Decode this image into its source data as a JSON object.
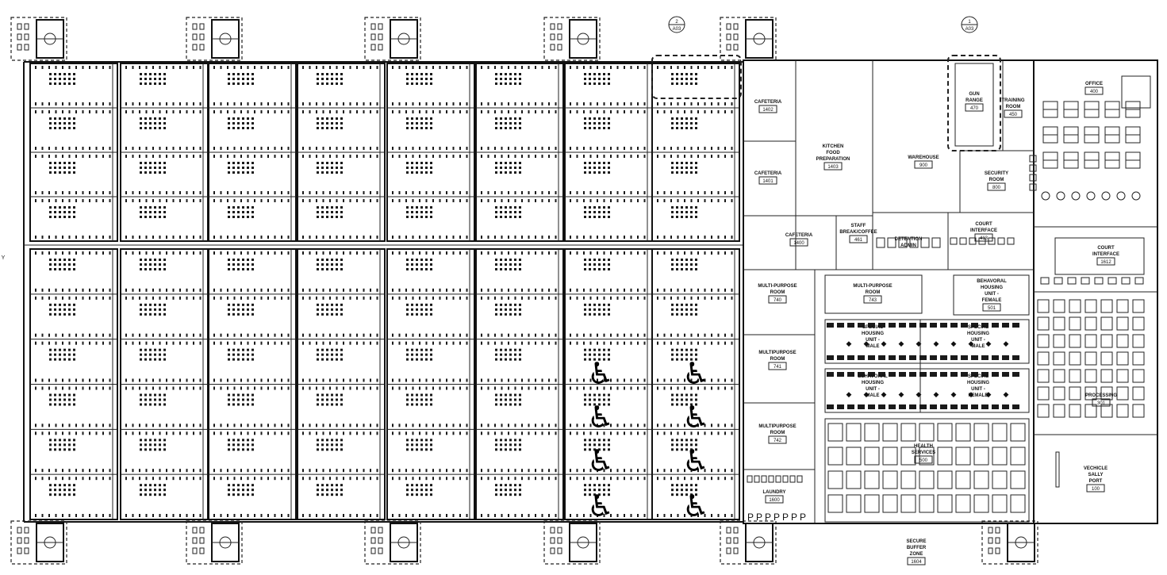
{
  "rooms": [
    {
      "id": "cafeteria-1402",
      "lines": [
        "CAFETERIA"
      ],
      "num": "1402"
    },
    {
      "id": "cafeteria-1401",
      "lines": [
        "CAFETERIA"
      ],
      "num": "1401"
    },
    {
      "id": "cafeteria-1400",
      "lines": [
        "CAFETERIA"
      ],
      "num": "1400"
    },
    {
      "id": "kitchen",
      "lines": [
        "KITCHEN",
        "FOOD",
        "PREPARATION"
      ],
      "num": "1403"
    },
    {
      "id": "warehouse",
      "lines": [
        "WAREHOUSE"
      ],
      "num": "900"
    },
    {
      "id": "gun-range",
      "lines": [
        "GUN",
        "RANGE"
      ],
      "num": "470"
    },
    {
      "id": "training-room",
      "lines": [
        "TRAINING",
        "ROOM"
      ],
      "num": "450"
    },
    {
      "id": "security-room",
      "lines": [
        "SECURITY",
        "ROOM"
      ],
      "num": "800"
    },
    {
      "id": "office",
      "lines": [
        "OFFICE"
      ],
      "num": "400"
    },
    {
      "id": "staff-break",
      "lines": [
        "STAFF",
        "BREAK/COFFEE"
      ],
      "num": "461"
    },
    {
      "id": "detention-admin",
      "lines": [
        "DETENTION",
        "ADMIN"
      ],
      "num": ""
    },
    {
      "id": "court-interface-413",
      "lines": [
        "COURT",
        "INTERFACE"
      ],
      "num": "413"
    },
    {
      "id": "court-interface-1612",
      "lines": [
        "COURT",
        "INTERFACE"
      ],
      "num": "1612"
    },
    {
      "id": "mp-740",
      "lines": [
        "MULTI-PURPOSE",
        "ROOM"
      ],
      "num": "740"
    },
    {
      "id": "mp-743",
      "lines": [
        "MULTI-PURPOSE",
        "ROOM"
      ],
      "num": "743"
    },
    {
      "id": "mp-741",
      "lines": [
        "MULTIPURPOSE",
        "ROOM"
      ],
      "num": "741"
    },
    {
      "id": "mp-742",
      "lines": [
        "MULTIPURPOSE",
        "ROOM"
      ],
      "num": "742"
    },
    {
      "id": "bhu-female-1",
      "lines": [
        "BEHAVORAL",
        "HOUSING",
        "UNIT -",
        "FEMALE"
      ],
      "num": "501"
    },
    {
      "id": "shu-male",
      "lines": [
        "SPECIAL",
        "HOUSING",
        "UNIT -",
        "MALE"
      ],
      "num": ""
    },
    {
      "id": "shu-male-2",
      "lines": [
        "SPECIAL",
        "HOUSING",
        "UNIT -",
        "MALE"
      ],
      "num": ""
    },
    {
      "id": "bhu-male",
      "lines": [
        "BEHAVORAL",
        "HOUSING",
        "UNIT -",
        "MALE"
      ],
      "num": ""
    },
    {
      "id": "shu-female",
      "lines": [
        "SPECIAL",
        "HOUSING",
        "UNIT -",
        "FEMALE"
      ],
      "num": ""
    },
    {
      "id": "health-services",
      "lines": [
        "HEALTH",
        "SERVICES"
      ],
      "num": "500"
    },
    {
      "id": "laundry",
      "lines": [
        "LAUNDRY"
      ],
      "num": "1600"
    },
    {
      "id": "processing",
      "lines": [
        "PROCESSING"
      ],
      "num": "301"
    },
    {
      "id": "vehicle-sally-port",
      "lines": [
        "VECHICLE",
        "SALLY",
        "PORT"
      ],
      "num": "100"
    },
    {
      "id": "secure-buffer-zone",
      "lines": [
        "SECURE",
        "BUFFER",
        "ZONE"
      ],
      "num": "1604"
    }
  ],
  "section_markers": [
    {
      "id": "marker-2",
      "top": "2",
      "bottom": "A03"
    },
    {
      "id": "marker-1",
      "top": "1",
      "bottom": "A03"
    }
  ],
  "edge_mark": "Y",
  "wheelchair_glyph": "♿"
}
